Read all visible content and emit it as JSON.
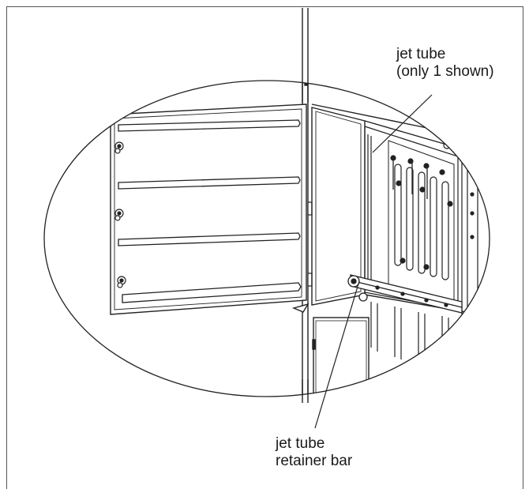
{
  "labels": {
    "jet_tube": {
      "line1": "jet tube",
      "line2": "(only 1 shown)"
    },
    "retainer_bar": {
      "line1": "jet tube",
      "line2": "retainer bar"
    }
  }
}
